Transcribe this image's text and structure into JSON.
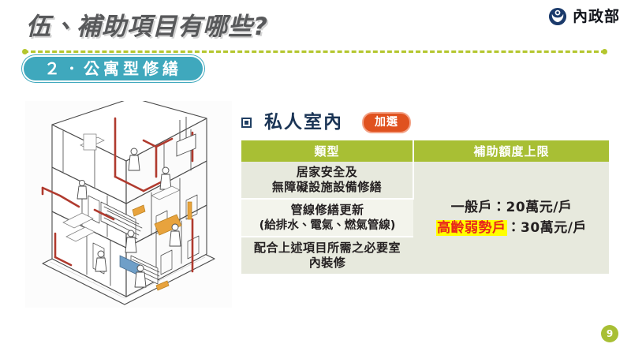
{
  "logo": {
    "mark_icon": "ministry-emblem-icon",
    "text": "內政部",
    "color": "#1b3a6b"
  },
  "header": {
    "title": "伍、補助項目有哪些?",
    "title_color": "#58595b",
    "rule_color": "#b4c62e"
  },
  "section": {
    "pill_label": "２．公寓型修繕",
    "pill_color": "#3fa8bd"
  },
  "illustration": {
    "name": "isometric-building-cutaway",
    "alt": "公寓建築剖面等角示意圖",
    "pipe_color": "#b03a2e",
    "accent_yellow": "#e8a33d",
    "accent_blue": "#6f9fc8"
  },
  "main": {
    "subhead": {
      "label": "私人室內",
      "bullet": "square-bullet-icon",
      "badge": "加選",
      "badge_color": "#e0521f"
    },
    "table": {
      "headers": [
        "類型",
        "補助額度上限"
      ],
      "header_color": "#a8bf34",
      "rows": [
        {
          "type_lines": [
            "居家安全及",
            "無障礙設施設備修繕"
          ],
          "shade": "a"
        },
        {
          "type_lines": [
            "管線修繕更新",
            "(給排水、電氣、燃氣管線)"
          ],
          "shade": "b"
        },
        {
          "type_lines": [
            "配合上述項目所需之必要室",
            "內裝修"
          ],
          "shade": "a"
        }
      ],
      "amount": {
        "line1": "一般戶：20萬元/戶",
        "line2_label": "高齡弱勢戶",
        "line2_rest": "：30萬元/戶",
        "highlight_bg": "#ffff00",
        "highlight_fg": "#e8271b"
      }
    }
  },
  "footer": {
    "page_number": "9",
    "badge_color": "#a8bf34"
  }
}
